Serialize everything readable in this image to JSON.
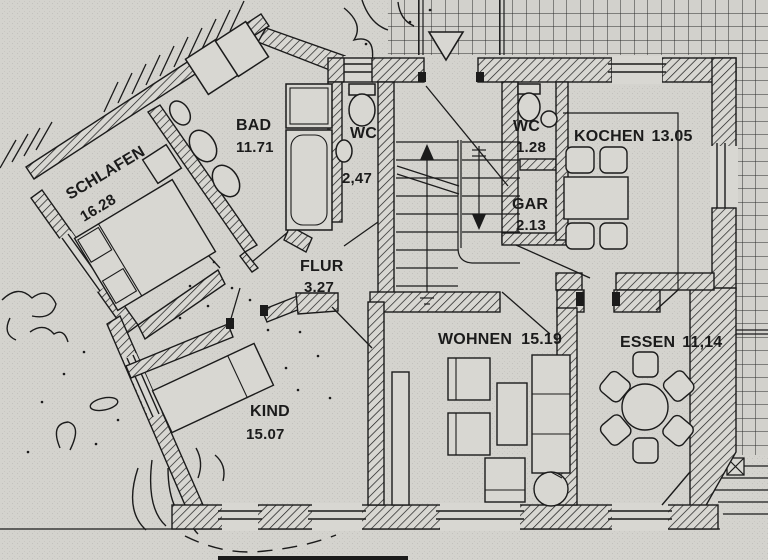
{
  "plan": {
    "type": "floorplan-scan",
    "language": "de",
    "colors": {
      "paper": "#d4d3ce",
      "ink": "#1b1b1b"
    },
    "rooms": [
      {
        "id": "schlafen",
        "label": "SCHLAFEN",
        "area": "16.28"
      },
      {
        "id": "bad",
        "label": "BAD",
        "area": "11.71"
      },
      {
        "id": "wc",
        "label": "WC",
        "area": "2,47"
      },
      {
        "id": "wc2",
        "label": "WC",
        "area": "1.28"
      },
      {
        "id": "gar",
        "label": "GAR",
        "area": "2.13"
      },
      {
        "id": "kochen",
        "label": "KOCHEN",
        "area": "13.05"
      },
      {
        "id": "flur",
        "label": "FLUR",
        "area": "3.27"
      },
      {
        "id": "kind",
        "label": "KIND",
        "area": "15.07"
      },
      {
        "id": "wohnen",
        "label": "WOHNEN",
        "area": "15.19"
      },
      {
        "id": "essen",
        "label": "ESSEN",
        "area": "11,14"
      }
    ]
  }
}
